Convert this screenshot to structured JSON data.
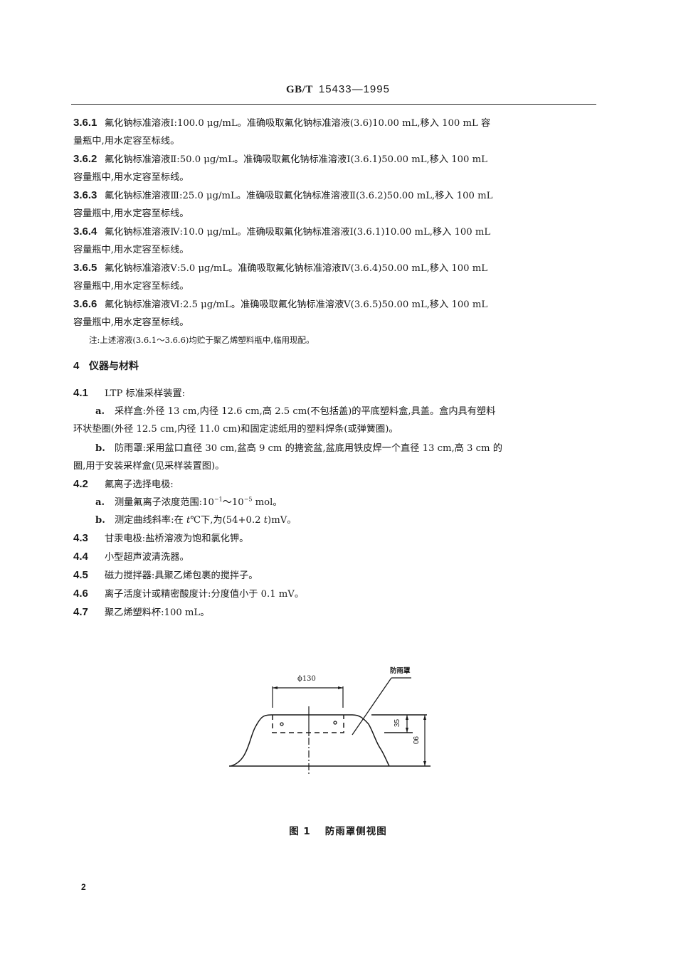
{
  "header": {
    "std_code": "GB/T",
    "std_number": "15433—1995"
  },
  "section_3_6": [
    {
      "num": "3.6.1",
      "text_lines": [
        "氟化钠标准溶液Ⅰ:100.0 μg/mL。准确吸取氟化钠标准溶液(3.6)10.00 mL,移入 100 mL 容",
        "量瓶中,用水定容至标线。"
      ]
    },
    {
      "num": "3.6.2",
      "text_lines": [
        "氟化钠标准溶液Ⅱ:50.0 μg/mL。准确吸取氟化钠标准溶液Ⅰ(3.6.1)50.00 mL,移入 100 mL",
        "容量瓶中,用水定容至标线。"
      ]
    },
    {
      "num": "3.6.3",
      "text_lines": [
        "氟化钠标准溶液Ⅲ:25.0 μg/mL。准确吸取氟化钠标准溶液Ⅱ(3.6.2)50.00 mL,移入 100 mL",
        "容量瓶中,用水定容至标线。"
      ]
    },
    {
      "num": "3.6.4",
      "text_lines": [
        "氟化钠标准溶液Ⅳ:10.0 μg/mL。准确吸取氟化钠标准溶液Ⅰ(3.6.1)10.00 mL,移入 100 mL",
        "容量瓶中,用水定容至标线。"
      ]
    },
    {
      "num": "3.6.5",
      "text_lines": [
        "氟化钠标准溶液Ⅴ:5.0 μg/mL。准确吸取氟化钠标准溶液Ⅳ(3.6.4)50.00 mL,移入 100 mL",
        "容量瓶中,用水定容至标线。"
      ]
    },
    {
      "num": "3.6.6",
      "text_lines": [
        "氟化钠标准溶液Ⅵ:2.5 μg/mL。准确吸取氟化钠标准溶液Ⅴ(3.6.5)50.00 mL,移入 100 mL",
        "容量瓶中,用水定容至标线。"
      ]
    }
  ],
  "note": "注:上述溶液(3.6.1～3.6.6)均贮于聚乙烯塑料瓶中,临用现配。",
  "section_4": {
    "num": "4",
    "title": "仪器与材料",
    "item_4_1": {
      "num": "4.1",
      "text": "LTP 标准采样装置:",
      "a": {
        "letter": "a.",
        "lines": [
          "采样盒:外径 13 cm,内径 12.6 cm,高 2.5 cm(不包括盖)的平底塑料盒,具盖。盒内具有塑料",
          "环状垫圈(外径 12.5 cm,内径 11.0 cm)和固定滤纸用的塑料焊条(或弹簧圈)。"
        ]
      },
      "b": {
        "letter": "b.",
        "lines": [
          "防雨罩:采用盆口直径 30 cm,盆高 9 cm 的搪瓷盆,盆底用铁皮焊一个直径 13 cm,高 3 cm 的",
          "圈,用于安装采样盒(见采样装置图)。"
        ]
      }
    },
    "item_4_2": {
      "num": "4.2",
      "text": "氟离子选择电极:",
      "a": {
        "letter": "a.",
        "prefix": "测量氟离子浓度范围:10",
        "sup1": "−1",
        "mid": "～10",
        "sup2": "−5",
        "suffix": " mol。"
      },
      "b": {
        "letter": "b.",
        "prefix": "测定曲线斜率:在 ",
        "t1": "t",
        "mid": "℃下,为(54+0.2 ",
        "t2": "t",
        "suffix": ")mV。"
      }
    },
    "items": [
      {
        "num": "4.3",
        "text": "甘汞电极:盐桥溶液为饱和氯化钾。"
      },
      {
        "num": "4.4",
        "text": "小型超声波清洗器。"
      },
      {
        "num": "4.5",
        "text": "磁力搅拌器:具聚乙烯包裹的搅拌子。"
      },
      {
        "num": "4.6",
        "text": "离子活度计或精密酸度计:分度值小于 0.1 mV。"
      },
      {
        "num": "4.7",
        "text": "聚乙烯塑料杯:100 mL。"
      }
    ]
  },
  "figure": {
    "diameter_label": "ϕ130",
    "callout_label": "防雨罩",
    "dim_inner": "35",
    "dim_outer": "90",
    "caption_no": "图 1",
    "caption_title": "防雨罩侧视图"
  },
  "page_number": "2"
}
